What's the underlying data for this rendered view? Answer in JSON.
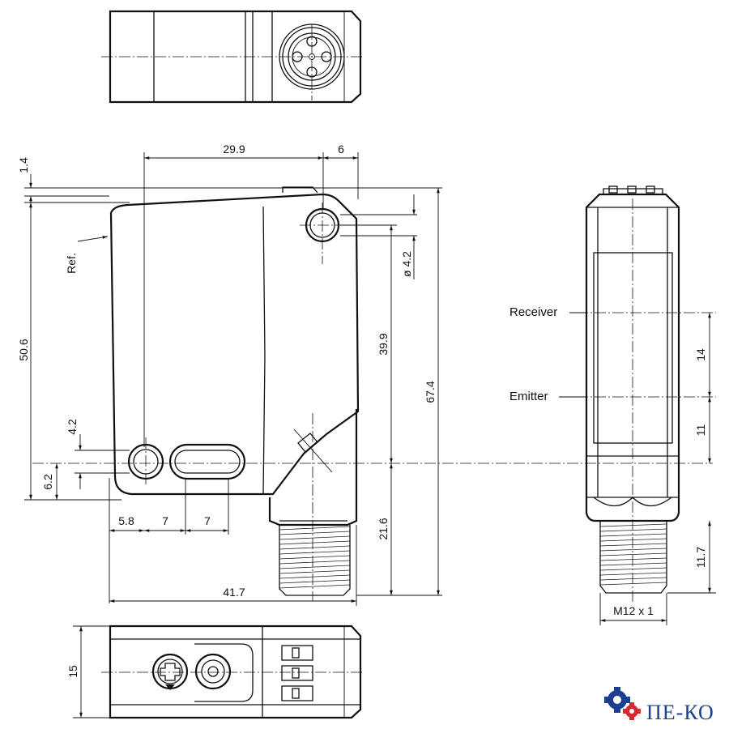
{
  "dimensions": {
    "d_29_9": "29.9",
    "d_6": "6",
    "d_1_4": "1.4",
    "d_50_6": "50.6",
    "d_ref": "Ref.",
    "d_hole": "ø 4.2",
    "d_39_9": "39.9",
    "d_67_4": "67.4",
    "d_4_2": "4.2",
    "d_6_2": "6.2",
    "d_5_8": "5.8",
    "d_7a": "7",
    "d_7b": "7",
    "d_21_6": "21.6",
    "d_41_7": "41.7",
    "d_15": "15",
    "d_14": "14",
    "d_11": "11",
    "d_11_7": "11.7",
    "d_thread": "M12 x 1"
  },
  "labels": {
    "receiver": "Receiver",
    "emitter": "Emitter"
  },
  "logo": {
    "text": "ПЕ-КО",
    "color": "#1b3f8f",
    "gear_colors": [
      "#1b3f8f",
      "#d9272e"
    ]
  }
}
